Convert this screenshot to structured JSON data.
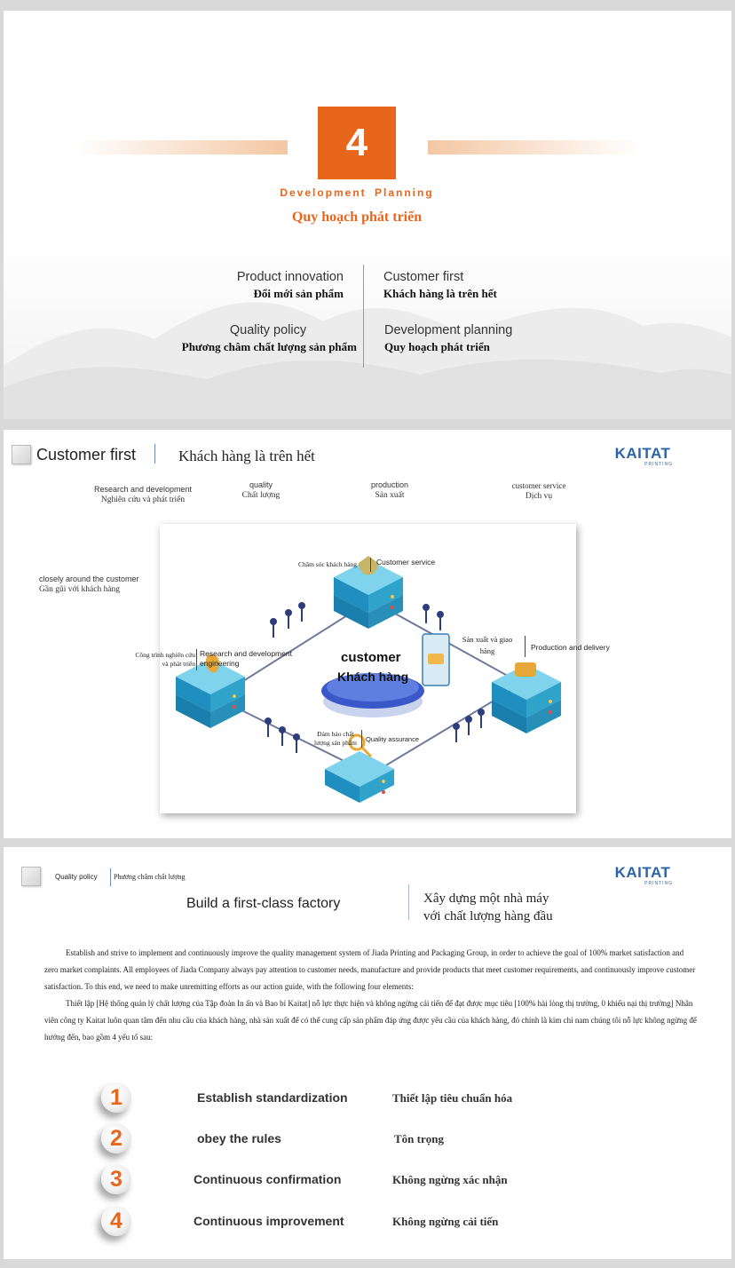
{
  "slide1": {
    "number": "4",
    "title_en": "Development Planning",
    "title_vi": "Quy hoạch phát triển",
    "items": [
      {
        "en": "Product innovation",
        "vi": "Đổi mới sản phẩm"
      },
      {
        "en": "Customer first",
        "vi": "Khách hàng là trên hết"
      },
      {
        "en": "Quality policy",
        "vi": "Phương châm chất lượng sản phẩm"
      },
      {
        "en": "Development planning",
        "vi": "Quy hoạch phát triển"
      }
    ]
  },
  "logo": {
    "name": "KAITAT",
    "sub": "PRINTING"
  },
  "slide2": {
    "title_en": "Customer first",
    "title_vi": "Khách hàng là trên hết",
    "columns": [
      {
        "en": "Research and development",
        "vi": "Nghiên cứu và phát triển"
      },
      {
        "en": "quality",
        "vi": "Chất lượng"
      },
      {
        "en": "production",
        "vi": "Sản xuất"
      },
      {
        "en": "customer service",
        "vi": "Dịch vụ"
      }
    ],
    "side": {
      "en": "closely around the customer",
      "vi": "Gần gũi với khách hàng"
    },
    "diagram": {
      "center_en": "customer",
      "center_vi": "Khách hàng",
      "top_vi": "Chăm sóc khách hàng",
      "top_en": "Customer service",
      "left_vi_1": "Công trình nghiên cứu",
      "left_vi_2": "và phát triển",
      "left_en_1": "Research and development",
      "left_en_2": "engineering",
      "right_vi_1": "Sản xuất và giao",
      "right_vi_2": "hàng",
      "right_en": "Production and delivery",
      "bottom_vi_1": "Đảm bảo chất",
      "bottom_vi_2": "lượng sản phẩm",
      "bottom_en": "Quality assurance"
    }
  },
  "slide3": {
    "small_en": "Quality policy",
    "small_vi": "Phương châm chất lượng",
    "heading_en": "Build a first-class factory",
    "heading_vi_1": "Xây dựng một nhà máy",
    "heading_vi_2": "với chất lượng hàng đầu",
    "para_en": "Establish and strive to implement and continuously improve the quality management system of Jiada Printing and Packaging Group, in order to achieve the goal of 100% market satisfaction and zero market complaints. All employees of Jiada Company always pay attention to customer needs, manufacture and provide products that meet customer requirements, and continuously improve customer satisfaction. To this end, we need to make unremitting efforts as our action guide, with the following four elements:",
    "para_vi": "Thiết lập [Hệ thống quản lý chất lượng của Tập đoàn In ấn và Bao bì Kaitat]  nỗ lực thực hiện và không ngừng cải tiến để đạt được mục tiêu [100% hài lòng thị trường, 0 khiếu nại thị trường] Nhân viên công ty Kaitat luôn quan tâm đến nhu cầu của khách hàng, nhà sản xuất để có thể cung cấp sản phẩm đáp ứng được yêu cầu của khách hàng, đó chính là kim chỉ nam chúng tôi nỗ lực không ngừng để hướng đến, bao gồm 4 yếu tố sau:",
    "elements": [
      {
        "num": "1",
        "en": "Establish standardization",
        "vi": "Thiết lập tiêu chuẩn hóa"
      },
      {
        "num": "2",
        "en": "obey the rules",
        "vi": "Tôn trọng"
      },
      {
        "num": "3",
        "en": "Continuous confirmation",
        "vi": "Không ngừng xác nhận"
      },
      {
        "num": "4",
        "en": "Continuous improvement",
        "vi": "Không ngừng cải tiến"
      }
    ]
  },
  "colors": {
    "accent": "#e8651c",
    "logo": "#2a64a8",
    "server": "#2fa3c9"
  }
}
